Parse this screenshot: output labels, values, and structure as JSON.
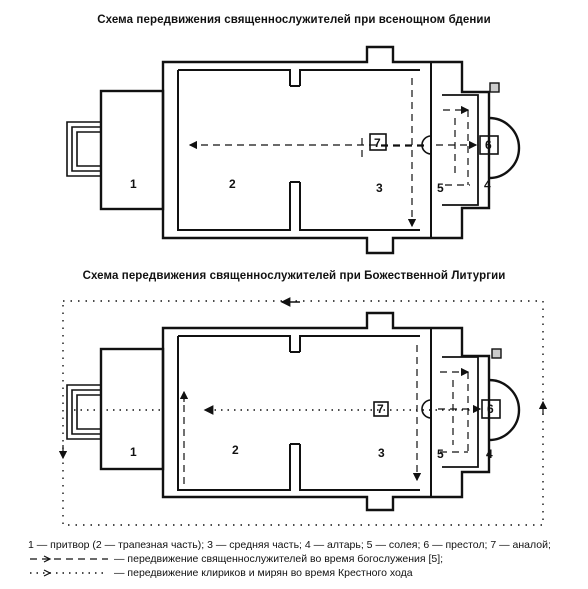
{
  "diagram1": {
    "title": "Схема передвижения священнослужителей при всенощном бдении",
    "labels": {
      "z1": "1",
      "z2": "2",
      "z3": "3",
      "z4": "4",
      "z5": "5",
      "z6": "6",
      "z7": "7"
    }
  },
  "diagram2": {
    "title": "Схема передвижения священнослужителей при Божественной Литургии",
    "labels": {
      "z1": "1",
      "z2": "2",
      "z3": "3",
      "z4": "4",
      "z5": "5",
      "z6": "6",
      "z7": "7"
    }
  },
  "legend": {
    "line1": "1 — притвор (2 — трапезная часть); 3 — средняя часть; 4 — алтарь; 5 — солея; 6 — престол; 7 — аналой;",
    "line2": "— передвижение священнослужителей во время богослужения [5];",
    "line3": "— передвижение клириков и мирян во время Крестного хода"
  },
  "colors": {
    "ink": "#111111",
    "paper": "#ffffff"
  }
}
